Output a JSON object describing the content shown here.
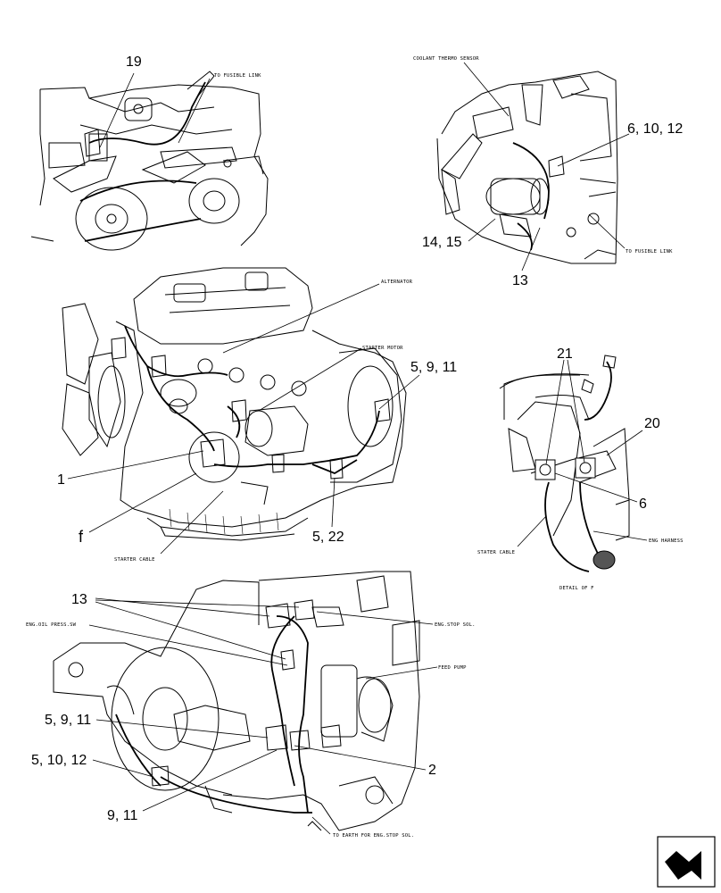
{
  "top_left_view": {
    "callout_19": "19",
    "label_fusible_link": "TO FUSIBLE LINK"
  },
  "top_right_view": {
    "label_coolant": "COOLANT THERMO SENSOR",
    "callout_6_10_12": "6, 10, 12",
    "callout_14_15": "14, 15",
    "callout_13": "13",
    "label_fusible_link": "TO FUSIBLE LINK"
  },
  "main_view": {
    "label_alternator": "ALTERNATOR",
    "label_starter_motor": "STARTER MOTOR",
    "callout_5_9_11": "5, 9, 11",
    "callout_1": "1",
    "callout_5_22": "5, 22",
    "label_starter_cable": "STARTER CABLE",
    "detail_marker": "f"
  },
  "detail_view": {
    "callout_21": "21",
    "callout_20": "20",
    "callout_6": "6",
    "label_stater_cable": "STATER CABLE",
    "label_eng_harness": "ENG HARNESS",
    "label_detail": "DETAIL OF F"
  },
  "bottom_view": {
    "callout_13": "13",
    "label_oil_press": "ENG.OIL PRESS.SW",
    "label_stop_sol": "ENG.STOP SOL.",
    "label_feed_pump": "FEED PUMP",
    "callout_5_9_11": "5, 9, 11",
    "callout_5_10_12": "5, 10, 12",
    "callout_2": "2",
    "callout_9_11": "9, 11",
    "label_earth": "TO EARTH FOR ENG.STOP SOL."
  },
  "navigation": {
    "icon": "arrow-navigation-icon"
  }
}
